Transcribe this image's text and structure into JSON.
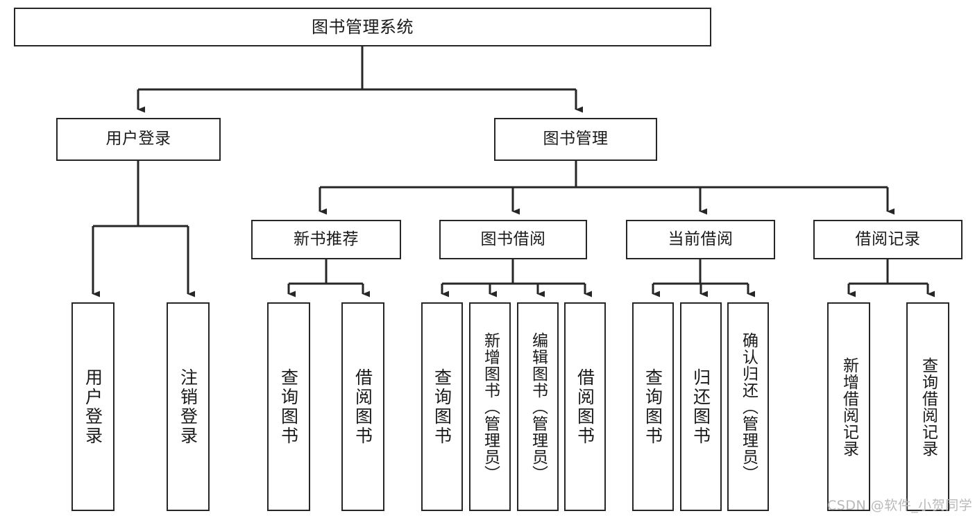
{
  "diagram": {
    "title": "图书管理系统",
    "type": "functional-structure-tree",
    "theme": {
      "background": "#ffffff",
      "node_border": "#262626",
      "node_fill": "#ffffff",
      "text": "#1a1a1a",
      "connector": "#262626",
      "watermark": "#b9b9b9"
    },
    "root": {
      "label": "图书管理系统"
    },
    "level2": [
      {
        "label": "用户登录"
      },
      {
        "label": "图书管理"
      }
    ],
    "level3": [
      {
        "label": "新书推荐"
      },
      {
        "label": "图书借阅"
      },
      {
        "label": "当前借阅"
      },
      {
        "label": "借阅记录"
      }
    ],
    "leaves": {
      "user_login": [
        {
          "label": "用户登录"
        },
        {
          "label": "注销登录"
        }
      ],
      "new_book_recommend": [
        {
          "label": "查询图书"
        },
        {
          "label": "借阅图书"
        }
      ],
      "book_borrow": [
        {
          "label": "查询图书"
        },
        {
          "label": "新增图书（管理员）"
        },
        {
          "label": "编辑图书（管理员）"
        },
        {
          "label": "借阅图书"
        }
      ],
      "current_borrow": [
        {
          "label": "查询图书"
        },
        {
          "label": "归还图书"
        },
        {
          "label": "确认归还（管理员）"
        }
      ],
      "borrow_record": [
        {
          "label": "新增借阅记录"
        },
        {
          "label": "查询借阅记录"
        }
      ]
    },
    "watermark": "CSDN @软件_小贺同学"
  }
}
